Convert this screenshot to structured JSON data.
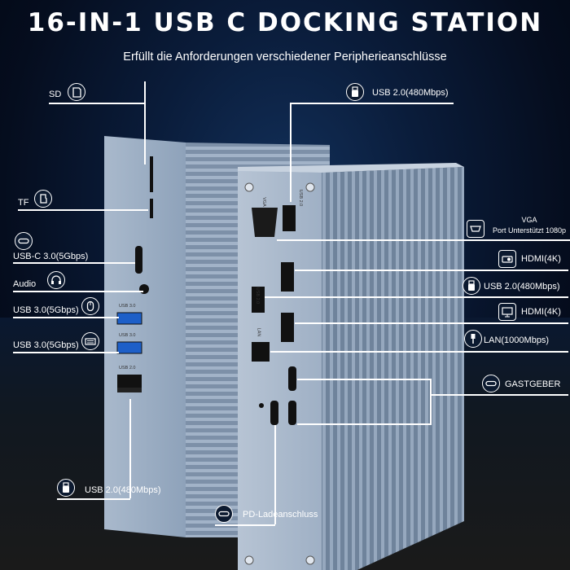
{
  "header": {
    "title": "16-IN-1 USB C DOCKING STATION",
    "subtitle": "Erfüllt die Anforderungen verschiedener Peripherieanschlüsse"
  },
  "left_labels": {
    "sd": "SD",
    "tf": "TF",
    "usbc": "USB-C 3.0(5Gbps)",
    "audio": "Audio",
    "usb30a": "USB 3.0(5Gbps)",
    "usb30b": "USB 3.0(5Gbps)",
    "usb20": "USB 2.0(480Mbps)"
  },
  "right_labels": {
    "usb20_top": "USB 2.0(480Mbps)",
    "vga_title": "VGA",
    "vga_desc": "Port Unterstützt 1080p",
    "hdmi1": "HDMI(4K)",
    "usb20_mid": "USB 2.0(480Mbps)",
    "hdmi2": "HDMI(4K)",
    "lan": "LAN(1000Mbps)",
    "host": "GASTGEBER",
    "pd": "PD-Ladeanschluss"
  },
  "device_marks": {
    "vga": "VGA",
    "lan": "LAN",
    "usb20": "USB 2.0",
    "usb20b": "USB 2.0",
    "usb30": "USB 3.0",
    "usb30b": "USB 3.0",
    "usb20c": "USB 2.0"
  },
  "colors": {
    "accent": "#ffffff",
    "background": "#0a1c3a"
  }
}
